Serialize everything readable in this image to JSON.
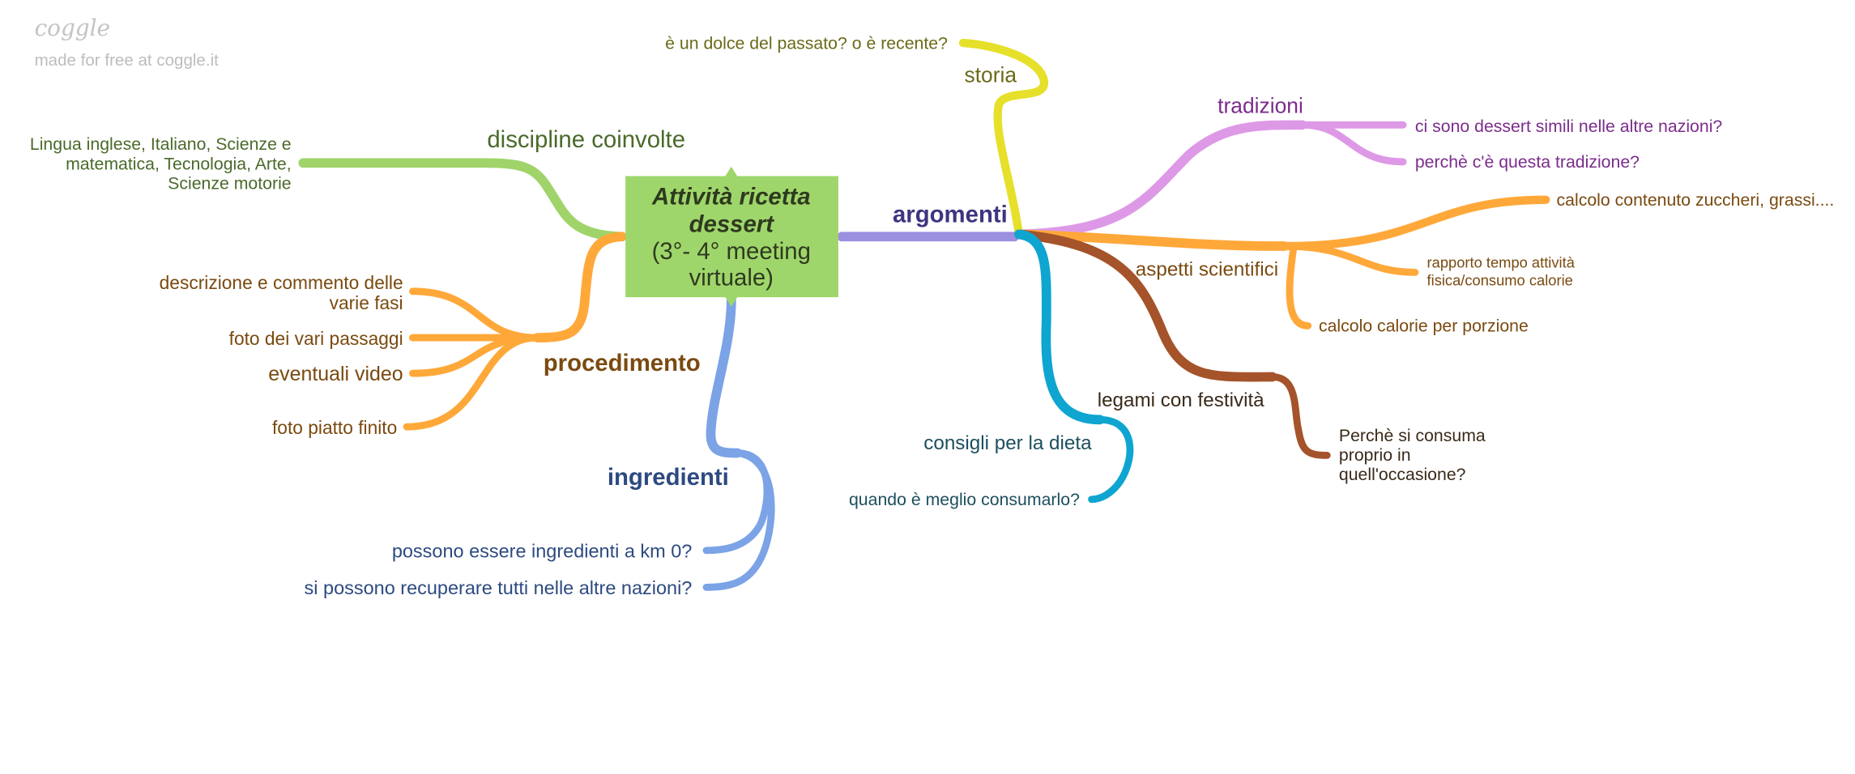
{
  "branding": {
    "logo": "coggle",
    "tagline": "made for free at coggle.it"
  },
  "central": {
    "title_line1": "Attività ricetta",
    "title_line2": "dessert",
    "subtitle_line1": "(3°- 4° meeting",
    "subtitle_line2": "virtuale)"
  },
  "branches": {
    "argomenti": {
      "label": "argomenti",
      "color": "#9b8fe0"
    },
    "storia": {
      "label": "storia",
      "color": "#e6e02a",
      "leaves": [
        "è un dolce del passato? o è recente?"
      ]
    },
    "tradizioni": {
      "label": "tradizioni",
      "color": "#dd99e6",
      "leaves": [
        "ci sono dessert simili nelle altre nazioni?",
        "perchè c'è questa tradizione?"
      ]
    },
    "aspetti": {
      "label": "aspetti scientifici",
      "color": "#ffa83a",
      "leaves": [
        "calcolo contenuto zuccheri, grassi....",
        "rapporto tempo attività",
        "fisica/consumo calorie",
        "calcolo calorie per porzione"
      ]
    },
    "legami": {
      "label": "legami con festività",
      "color": "#a5532a",
      "leaves": [
        "Perchè si consuma",
        "proprio in",
        "quell'occasione?"
      ]
    },
    "consigli": {
      "label": "consigli per la dieta",
      "color": "#0ea5d0",
      "leaves": [
        "quando è meglio consumarlo?"
      ]
    },
    "discipline": {
      "label": "discipline coinvolte",
      "color": "#a0d46b",
      "leaves": [
        "Lingua inglese, Italiano, Scienze e",
        "matematica, Tecnologia, Arte,",
        "Scienze motorie"
      ]
    },
    "procedimento": {
      "label": "procedimento",
      "color": "#ffa83a",
      "leaves": [
        "descrizione e commento delle",
        "varie fasi",
        "foto dei vari passaggi",
        "eventuali video",
        "foto piatto finito"
      ]
    },
    "ingredienti": {
      "label": "ingredienti",
      "color": "#7ba3e6",
      "leaves": [
        "possono essere ingredienti a km 0?",
        "si possono recuperare tutti nelle altre nazioni?"
      ]
    }
  }
}
